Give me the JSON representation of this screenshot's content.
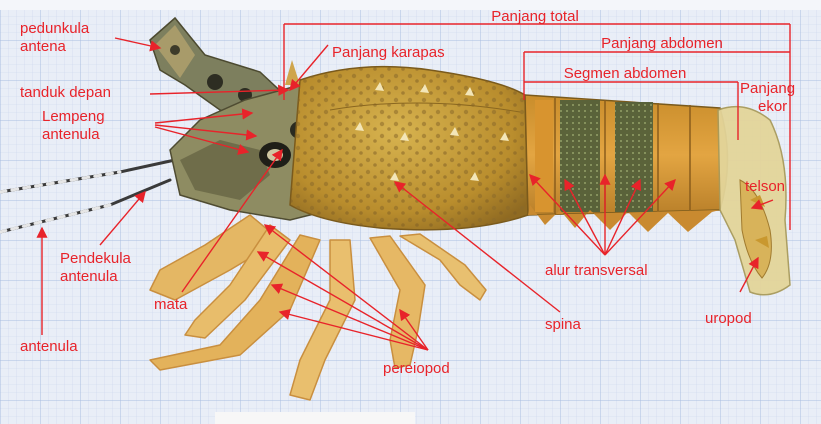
{
  "labels": {
    "pedunkula_antena_1": "pedunkula",
    "pedunkula_antena_2": "antena",
    "tanduk_depan": "tanduk depan",
    "lempeng_antenula_1": "Lempeng",
    "lempeng_antenula_2": "antenula",
    "pendekula_antenula_1": "Pendekula",
    "pendekula_antenula_2": "antenula",
    "antenula": "antenula",
    "mata": "mata",
    "panjang_total": "Panjang total",
    "panjang_karapas": "Panjang karapas",
    "panjang_abdomen": "Panjang abdomen",
    "segmen_abdomen": "Segmen abdomen",
    "panjang_ekor_1": "Panjang",
    "panjang_ekor_2": "ekor",
    "telson": "telson",
    "alur_transversal": "alur transversal",
    "spina": "spina",
    "uropod": "uropod",
    "pereiopod": "pereiopod"
  },
  "colors": {
    "annotation": "#e8232a",
    "background_paper": "#e9eef7",
    "grid": "#b9c9e4",
    "carapace": "#c9a03a",
    "abdomen_dark": "#5d6b3b",
    "abdomen_orange": "#d9932f",
    "legs": "#e2b25e"
  }
}
